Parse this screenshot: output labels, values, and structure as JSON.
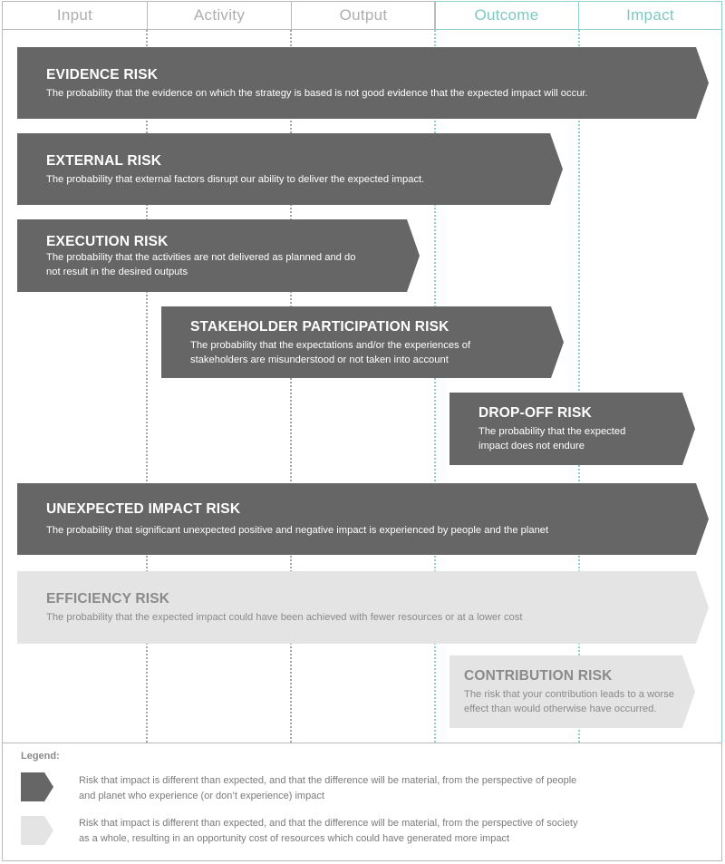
{
  "columns": [
    {
      "label": "Input",
      "tone": "grey"
    },
    {
      "label": "Activity",
      "tone": "grey"
    },
    {
      "label": "Output",
      "tone": "grey"
    },
    {
      "label": "Outcome",
      "tone": "teal"
    },
    {
      "label": "Impact",
      "tone": "teal"
    }
  ],
  "risks": [
    {
      "id": "evidence",
      "title": "EVIDENCE RISK",
      "description": "The probability that the evidence on which the strategy is based is not good evidence that the expected impact will occur.",
      "tone": "dark"
    },
    {
      "id": "external",
      "title": "EXTERNAL RISK",
      "description": "The probability that external factors disrupt our ability to deliver the expected impact.",
      "tone": "dark"
    },
    {
      "id": "execution",
      "title": "EXECUTION RISK",
      "description": "The probability that the activities are not delivered as planned and do not result in the desired outputs",
      "tone": "dark"
    },
    {
      "id": "stakeholder",
      "title": "STAKEHOLDER PARTICIPATION RISK",
      "description": "The probability that the expectations and/or the experiences of stakeholders are misunderstood or not taken into account",
      "tone": "dark"
    },
    {
      "id": "dropoff",
      "title": "DROP-OFF RISK",
      "description": "The probability that the expected impact does not endure",
      "tone": "dark"
    },
    {
      "id": "unexpected",
      "title": "UNEXPECTED IMPACT RISK",
      "description": "The probability that significant unexpected positive and negative impact is experienced by people and the planet",
      "tone": "dark"
    },
    {
      "id": "efficiency",
      "title": "EFFICIENCY RISK",
      "description": "The probability that the expected impact could have been achieved with fewer resources or at a lower cost",
      "tone": "light"
    },
    {
      "id": "contribution",
      "title": "CONTRIBUTION RISK",
      "description": "The risk that your contribution leads to a worse effect than would otherwise have occurred.",
      "tone": "light"
    }
  ],
  "legend": {
    "title": "Legend:",
    "items": [
      {
        "tone": "dark",
        "text": "Risk that impact is different than expected, and that the difference will be material, from the perspective of people and planet who experience (or don’t experience) impact"
      },
      {
        "tone": "light",
        "text": "Risk that impact is different than expected, and that the difference will be material, from the perspective of society as a whole, resulting in an opportunity cost of resources which could have generated more impact"
      }
    ]
  },
  "colors": {
    "dark_arrow": "#666666",
    "light_arrow": "#e4e4e4",
    "teal": "#8fd0cc",
    "grey_line": "#b9b9b9"
  }
}
